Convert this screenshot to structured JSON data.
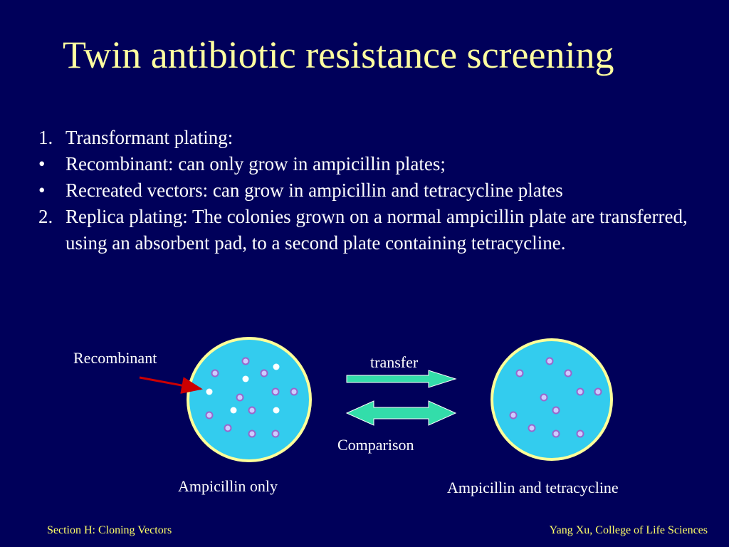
{
  "slide": {
    "title": "Twin antibiotic resistance screening",
    "points": [
      {
        "marker": "1.",
        "text": "Transformant plating:"
      },
      {
        "marker": "•",
        "text": "Recombinant: can only grow in ampicillin plates;"
      },
      {
        "marker": "•",
        "text": "Recreated vectors: can grow in ampicillin and tetracycline plates"
      },
      {
        "marker": "2.",
        "text": "Replica plating: The colonies grown on a normal ampicillin plate are transferred, using an absorbent pad, to a second plate containing tetracycline."
      }
    ]
  },
  "figure": {
    "recombinant_label": "Recombinant",
    "transfer_label": "transfer",
    "comparison_label": "Comparison",
    "left_plate_label": "Ampicillin only",
    "right_plate_label": "Ampicillin and tetracycline",
    "colors": {
      "plate_fill": "#33ccee",
      "plate_rim": "#ffff99",
      "colony_ring": "#9966cc",
      "colony_fill": "#ccccff",
      "recombinant_colony": "#ffffff",
      "arrow_fill": "#33ddaa",
      "pointer": "#cc0000"
    }
  },
  "footer": {
    "left": "Section H: Cloning Vectors",
    "right": "Yang Xu, College of Life Sciences"
  }
}
